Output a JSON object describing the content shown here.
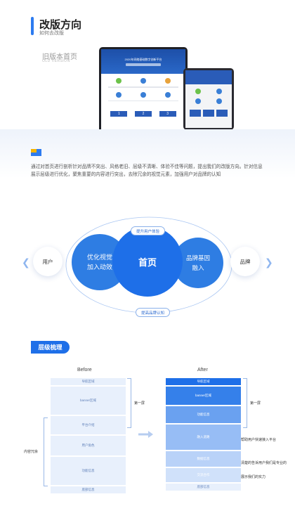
{
  "header": {
    "title": "改版方向",
    "subtitle": "如何去改版"
  },
  "old_version": {
    "label": "旧版本首页",
    "sub": "OLD VERSION",
    "screen_title": "2020年网络基础数字创新平台",
    "boxes": [
      "1",
      "2",
      "3"
    ]
  },
  "description": "通过对首页进行剖析针对品牌不突出、风格老旧、层级不清晰、体验不佳等问题，提出我们的改版方向。针对信息展示层级进行优化，聚焦重要的内容进行突出，去除冗余的视觉元素，加强用户对品牌的认知",
  "diagram": {
    "left_circle_line1": "优化视觉",
    "left_circle_line2": "加入动效",
    "main_circle": "首页",
    "right_circle_line1": "品牌基因",
    "right_circle_line2": "融入",
    "user_node": "用户",
    "brand_node": "品牌",
    "pill_top": "提升用户体验",
    "pill_bottom": "提高品牌认知"
  },
  "section2": {
    "tag": "层级梳理",
    "before_title": "Before",
    "after_title": "After",
    "before_blocks": [
      "导航区域",
      "banner区域",
      "平台介绍",
      "用户角色",
      "功能信息",
      "底部信息"
    ],
    "after_blocks": [
      "导航区域",
      "banner区域",
      "功能信息",
      "融入道路",
      "数据信息",
      "交流合作",
      "底部信息"
    ],
    "before_brace_label": "第一屏",
    "before_left_label": "内容冗余",
    "after_brace_label": "第一屏",
    "after_note_1": "帮助用户快速接入平台",
    "after_note_2": "清楚的告诉用户我们是专业的",
    "after_note_3": "展示我们的实力"
  },
  "colors": {
    "primary": "#1e6fe8",
    "accent_light": "#e8f0fc",
    "text": "#333333"
  }
}
